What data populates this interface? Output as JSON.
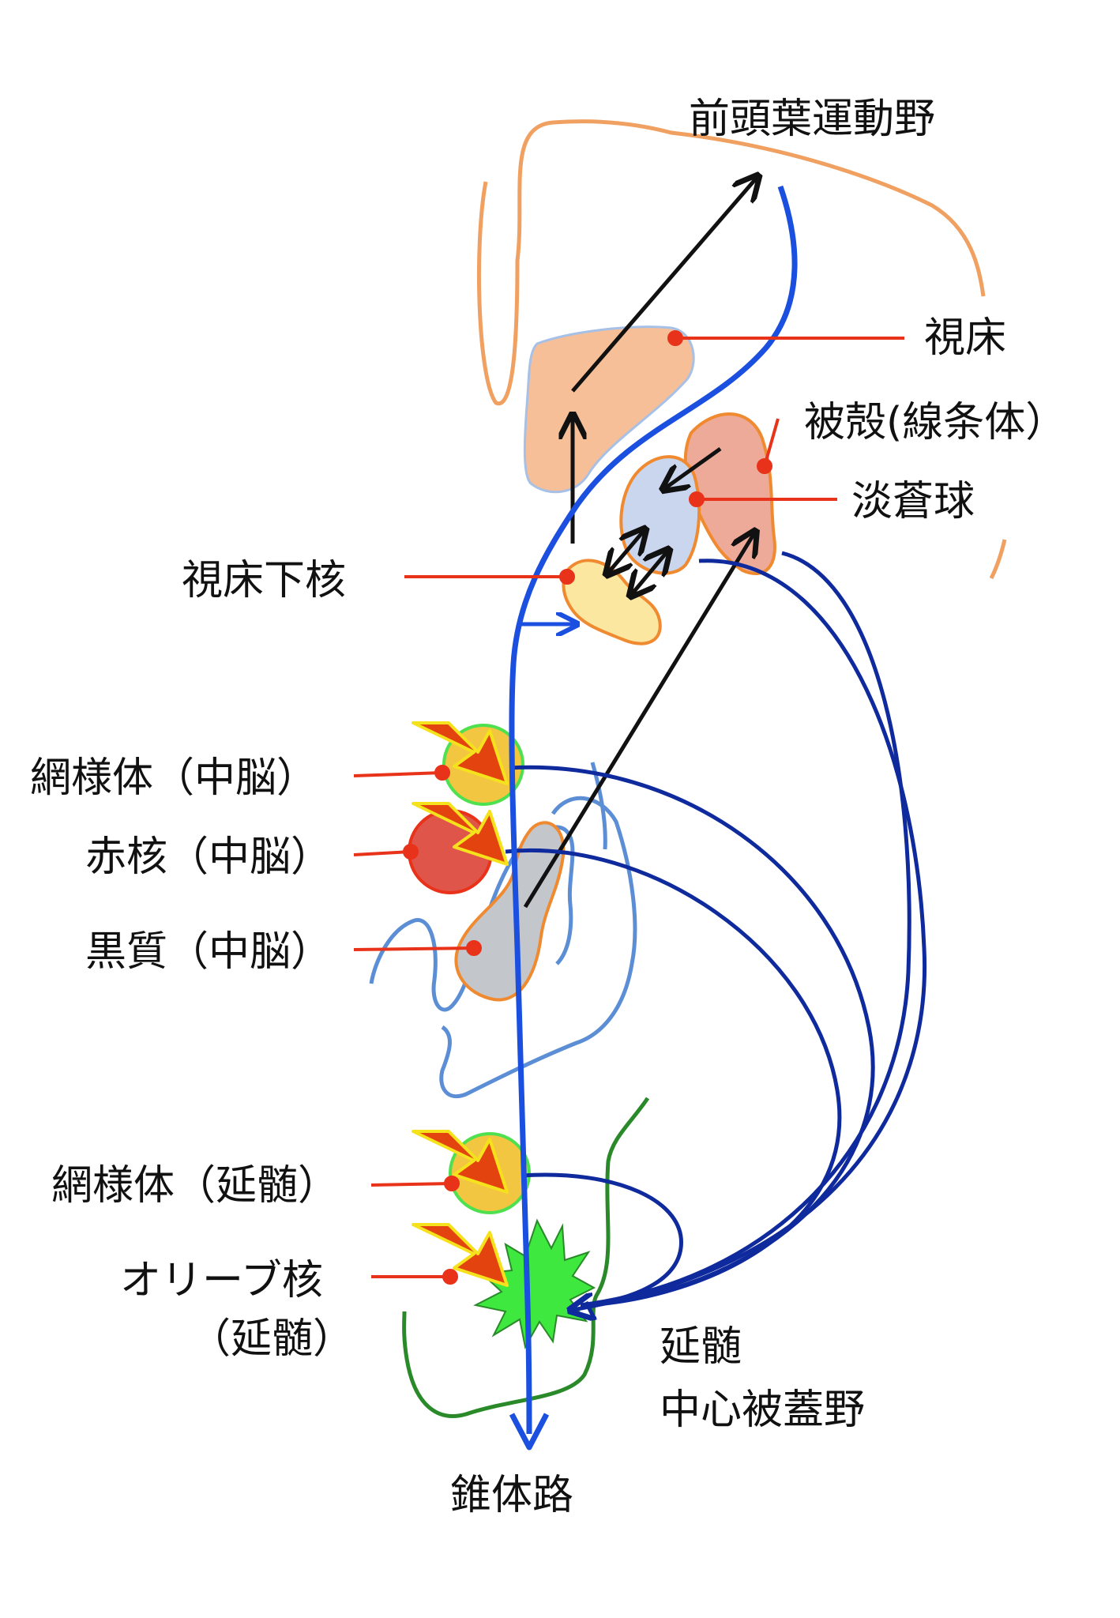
{
  "labels": {
    "frontal_motor_cortex": "前頭葉運動野",
    "thalamus": "視床",
    "putamen": "被殻(線条体）",
    "globus_pallidus": "淡蒼球",
    "subthalamic_nucleus": "視床下核",
    "reticular_midbrain": "網様体（中脳）",
    "red_nucleus": "赤核（中脳）",
    "substantia_nigra": "黒質（中脳）",
    "reticular_medulla": "網様体（延髄）",
    "olivary_nucleus_line1": "オリーブ核",
    "olivary_nucleus_line2": "（延髄）",
    "central_tegmental_line1": "延髄",
    "central_tegmental_line2": "中心被蓋野",
    "pyramidal_tract": "錐体路"
  },
  "colors": {
    "pyramidal_tract": "#1a4fe0",
    "tegmental_tract": "#0f2a9c",
    "pointer_line": "#e8321a",
    "arrow_black": "#111111",
    "cortex_outline": "#f0a060",
    "brainstem_outline": "#5b8ed4",
    "olive_outline": "#2a8a2a",
    "thalamus_fill": "#f7bf98",
    "putamen_fill": "#eeaa98",
    "pallidus_fill": "#c9d6ee",
    "subthalamic_fill": "#fbe7a0",
    "reticular_fill": "#f3c641",
    "red_nucleus_fill": "#e0554a",
    "nigra_fill": "#c3c7cc",
    "olive_star_fill": "#3ee83e",
    "big_arrow_fill": "#e3430f",
    "big_arrow_stroke": "#f5e21c"
  }
}
